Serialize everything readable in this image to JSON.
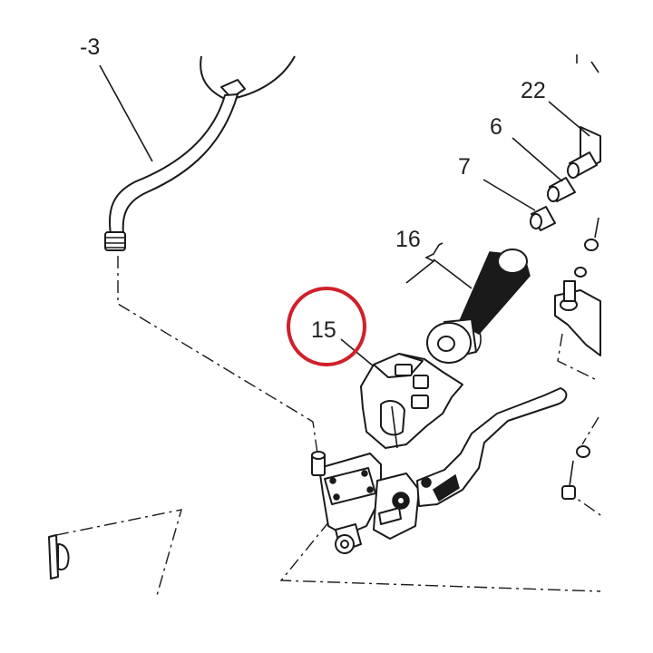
{
  "callouts": {
    "top_left_partial": "-3",
    "c22": "22",
    "c6": "6",
    "c7": "7",
    "c16": "16",
    "c15": "15"
  },
  "highlight": {
    "target": "15",
    "color": "#d0202a"
  }
}
